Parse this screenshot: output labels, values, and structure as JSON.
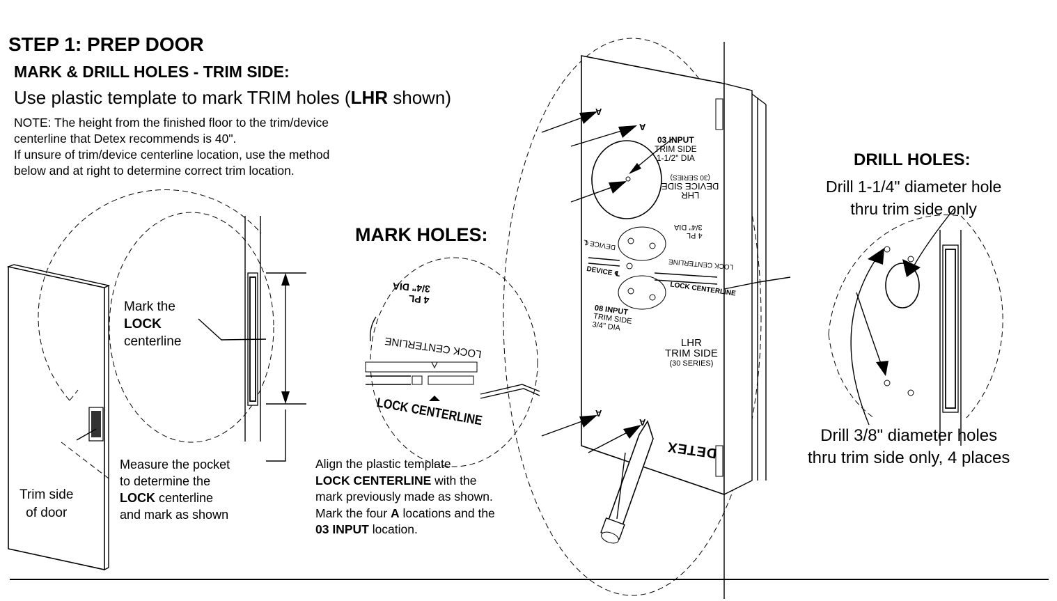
{
  "heading": {
    "step": "STEP 1: PREP DOOR",
    "section": "MARK & DRILL HOLES - TRIM SIDE:",
    "instruction_pre": "Use plastic template to mark TRIM holes (",
    "instruction_bold": "LHR",
    "instruction_post": " shown)"
  },
  "note": {
    "line1": "NOTE: The height from the finished floor to the trim/device",
    "line2": "centerline that Detex recommends is 40\".",
    "line3": "If unsure of trim/device centerline location, use the method",
    "line4": "below and at right to determine correct trim location."
  },
  "callouts": {
    "mark_holes": "MARK HOLES:",
    "drill_holes_title": "DRILL HOLES:",
    "drill_large_line1": "Drill 1-1/4\" diameter hole",
    "drill_large_line2": "thru trim side only",
    "drill_small_line1": "Drill 3/8\" diameter holes",
    "drill_small_line2": "thru trim side only, 4 places",
    "mark_lock_line1": "Mark the",
    "mark_lock_bold": "LOCK",
    "mark_lock_line3": "centerline",
    "measure_line1": "Measure the pocket",
    "measure_line2": "to determine the",
    "measure_bold": "LOCK",
    "measure_line3_rest": " centerline",
    "measure_line4": "and mark as shown",
    "trim_side_line1": "Trim side",
    "trim_side_line2": "of door",
    "align_line1": "Align the plastic template",
    "align_bold1": "LOCK CENTERLINE",
    "align_line2_rest": " with the",
    "align_line3": "mark previously made as shown.",
    "align_line4_pre": "Mark the four ",
    "align_bold2": "A",
    "align_line4_post": " locations and the",
    "align_bold3": "03 INPUT",
    "align_line5_post": " location."
  },
  "template_labels": {
    "input03_a": "03 INPUT",
    "input03_b": "TRIM SIDE",
    "input03_c": "1-1/2\" DIA",
    "lhr_device_a": "LHR",
    "lhr_device_b": "DEVICE SIDE",
    "lhr_device_c": "(30 SERIES)",
    "four_pl_a": "4 PL",
    "four_pl_b": "3/4\" DIA",
    "device_cl": "DEVICE ℄",
    "lock_centerline_small": "LOCK CENTERLINE",
    "lock_centerline_bold": "LOCK CENTERLINE",
    "input08_a": "08 INPUT",
    "input08_b": "TRIM SIDE",
    "input08_c": "3/4\" DIA",
    "lhr_trim_a": "LHR",
    "lhr_trim_b": "TRIM SIDE",
    "lhr_trim_c": "(30 SERIES)",
    "brand": "DETEX",
    "hole_mark": "A",
    "zoom_four_pl_a": "4 PL",
    "zoom_four_pl_b": "3/4\" DIA",
    "zoom_lock_cl": "LOCK CENTERLINE",
    "zoom_lock_cl_bold": "LOCK CENTERLINE"
  }
}
